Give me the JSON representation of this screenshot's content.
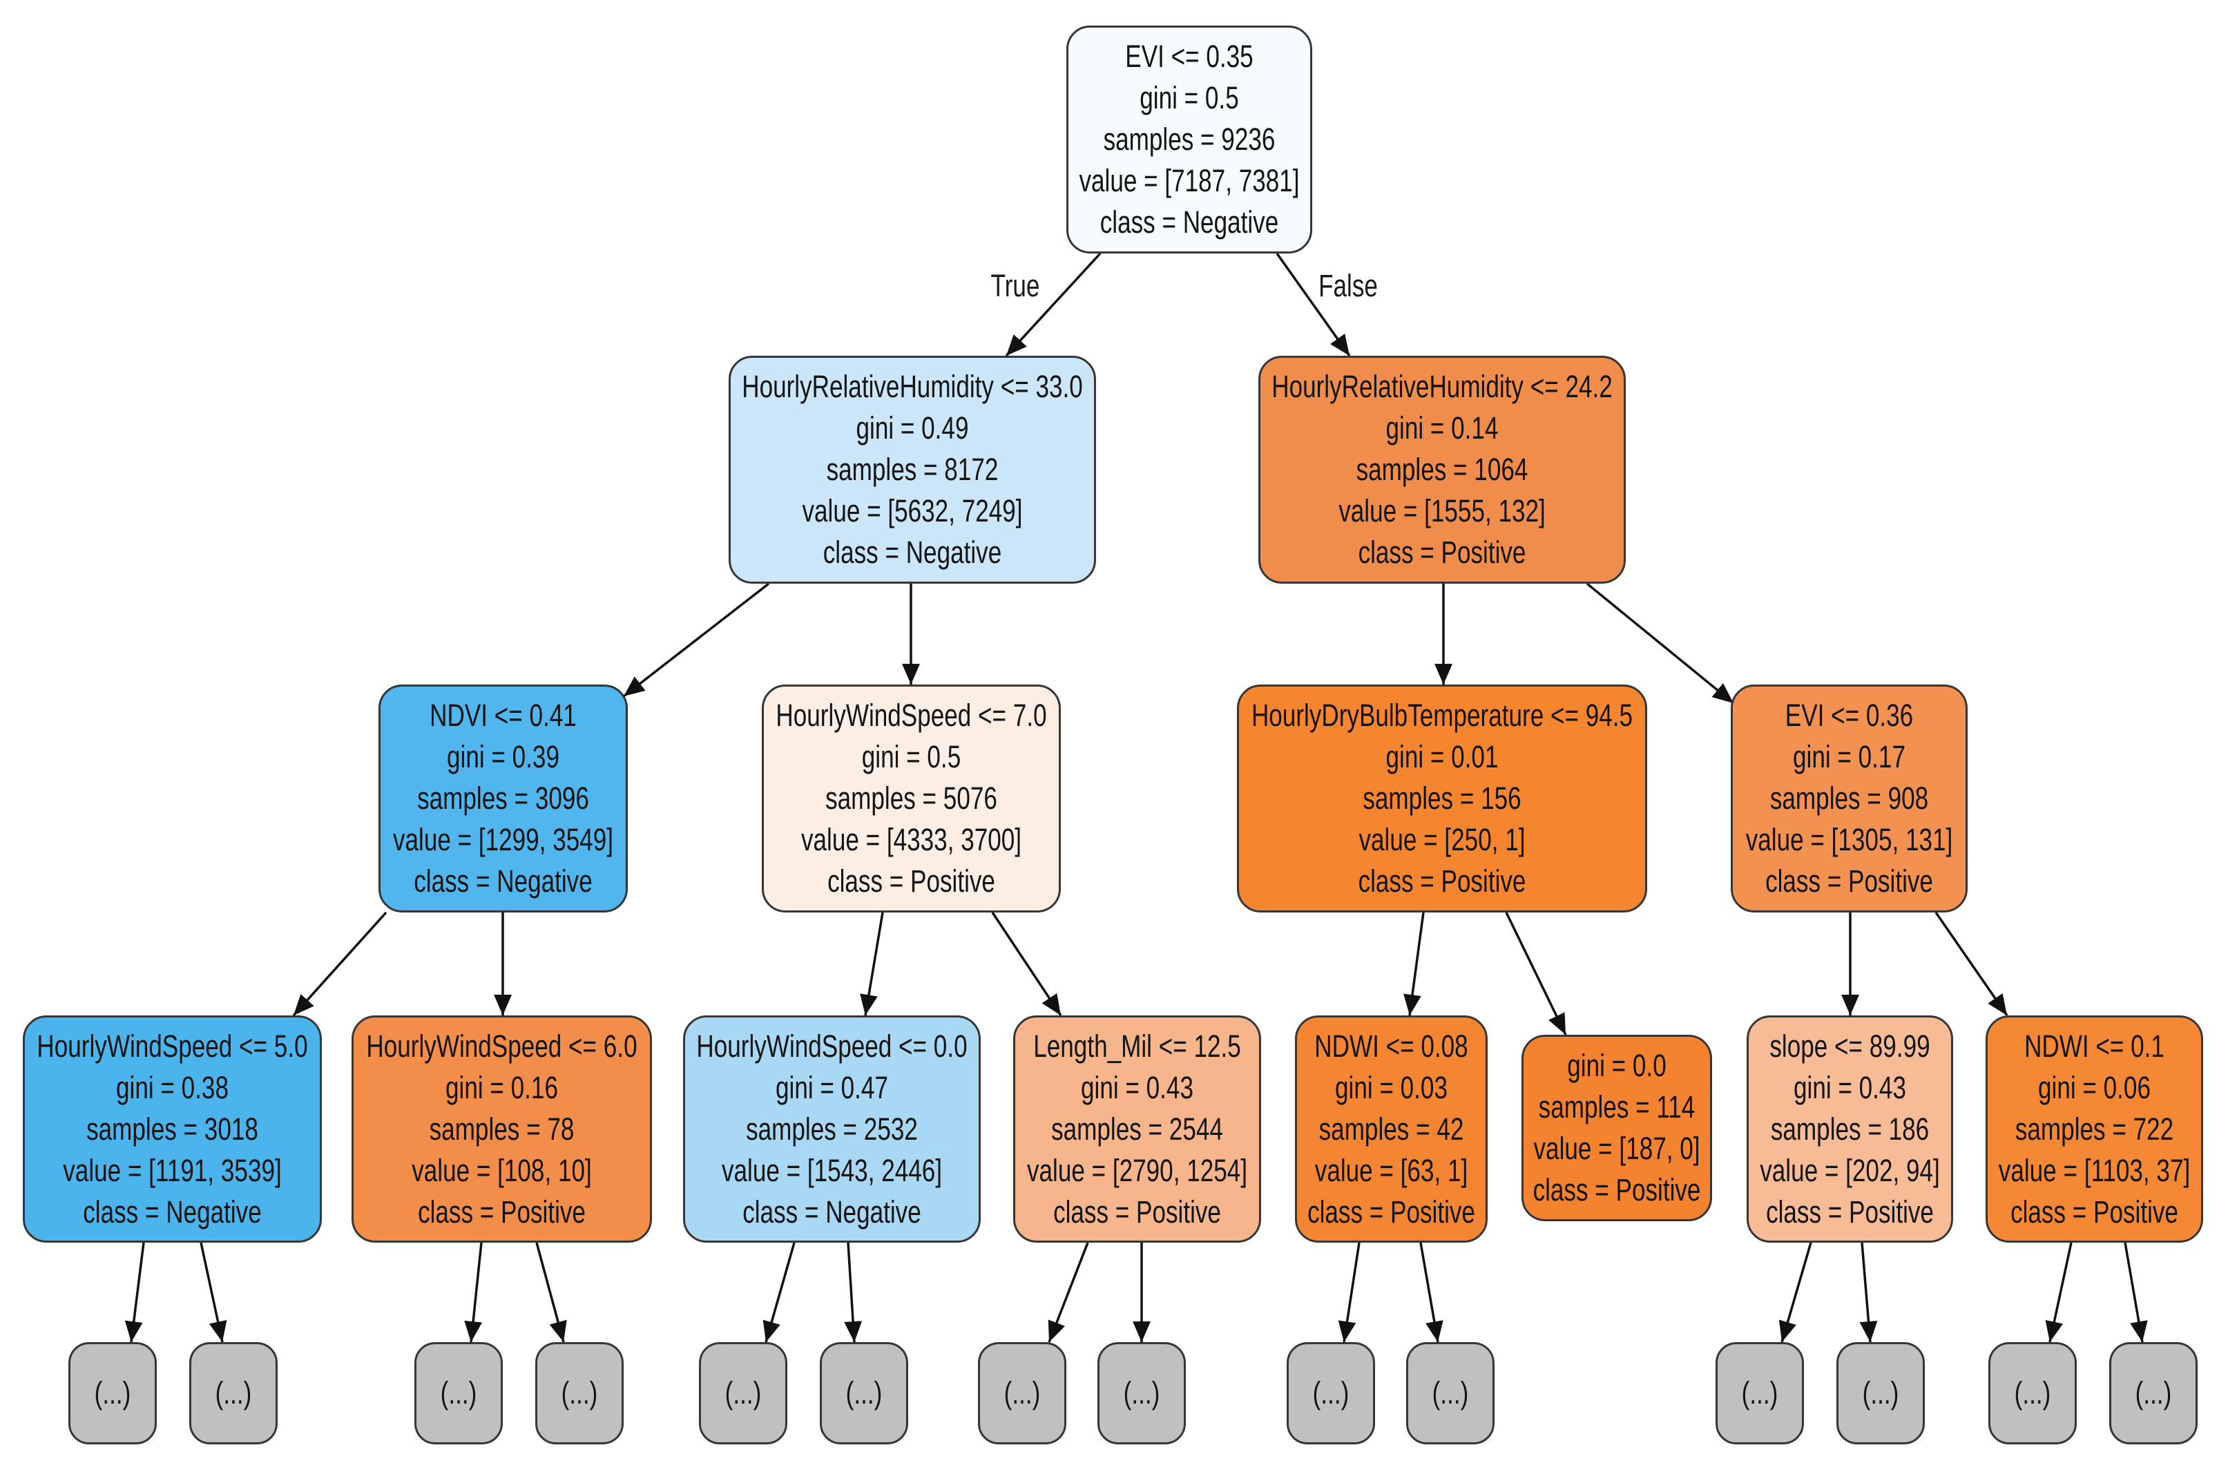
{
  "diagram": {
    "edge_labels": {
      "true_branch": "True",
      "false_branch": "False"
    },
    "nodes": {
      "root": {
        "condition": "EVI <= 0.35",
        "gini": "gini = 0.5",
        "samples": "samples = 9236",
        "value": "value = [7187, 7381]",
        "class": "class = Negative",
        "fill": "#f6fbfe"
      },
      "hrh_33": {
        "condition": "HourlyRelativeHumidity <= 33.0",
        "gini": "gini = 0.49",
        "samples": "samples = 8172",
        "value": "value = [5632, 7249]",
        "class": "class = Negative",
        "fill": "#cbe6f8"
      },
      "hrh_24": {
        "condition": "HourlyRelativeHumidity <= 24.2",
        "gini": "gini = 0.14",
        "samples": "samples = 1064",
        "value": "value = [1555, 132]",
        "class": "class = Positive",
        "fill": "#f08d4b"
      },
      "ndvi_041": {
        "condition": "NDVI <= 0.41",
        "gini": "gini = 0.39",
        "samples": "samples = 3096",
        "value": "value = [1299, 3549]",
        "class": "class = Negative",
        "fill": "#52b6ee"
      },
      "hws_70": {
        "condition": "HourlyWindSpeed <= 7.0",
        "gini": "gini = 0.5",
        "samples": "samples = 5076",
        "value": "value = [4333, 3700]",
        "class": "class = Positive",
        "fill": "#fdeee3"
      },
      "hdbt_945": {
        "condition": "HourlyDryBulbTemperature <= 94.5",
        "gini": "gini = 0.01",
        "samples": "samples = 156",
        "value": "value = [250, 1]",
        "class": "class = Positive",
        "fill": "#f5862f"
      },
      "evi_036": {
        "condition": "EVI <= 0.36",
        "gini": "gini = 0.17",
        "samples": "samples = 908",
        "value": "value = [1305, 131]",
        "class": "class = Positive",
        "fill": "#f39250"
      },
      "hws_50": {
        "condition": "HourlyWindSpeed <= 5.0",
        "gini": "gini = 0.38",
        "samples": "samples = 3018",
        "value": "value = [1191, 3539]",
        "class": "class = Negative",
        "fill": "#4bb4ec"
      },
      "hws_60": {
        "condition": "HourlyWindSpeed <= 6.0",
        "gini": "gini = 0.16",
        "samples": "samples = 78",
        "value": "value = [108, 10]",
        "class": "class = Positive",
        "fill": "#f28d4a"
      },
      "hws_00": {
        "condition": "HourlyWindSpeed <= 0.0",
        "gini": "gini = 0.47",
        "samples": "samples = 2532",
        "value": "value = [1543, 2446]",
        "class": "class = Negative",
        "fill": "#a9d8f5"
      },
      "length_125": {
        "condition": "Length_Mil <= 12.5",
        "gini": "gini = 0.43",
        "samples": "samples = 2544",
        "value": "value = [2790, 1254]",
        "class": "class = Positive",
        "fill": "#f6b58a"
      },
      "ndwi_008": {
        "condition": "NDWI <= 0.08",
        "gini": "gini = 0.03",
        "samples": "samples = 42",
        "value": "value = [63, 1]",
        "class": "class = Positive",
        "fill": "#f48633"
      },
      "leaf_pure": {
        "gini": "gini = 0.0",
        "samples": "samples = 114",
        "value": "value = [187, 0]",
        "class": "class = Positive",
        "fill": "#f48330"
      },
      "slope_8999": {
        "condition": "slope <= 89.99",
        "gini": "gini = 0.43",
        "samples": "samples = 186",
        "value": "value = [202, 94]",
        "class": "class = Positive",
        "fill": "#f7bb95"
      },
      "ndwi_01": {
        "condition": "NDWI <= 0.1",
        "gini": "gini = 0.06",
        "samples": "samples = 722",
        "value": "value = [1103, 37]",
        "class": "class = Positive",
        "fill": "#f58834"
      }
    },
    "truncated": {
      "fill": "#c0c0c0",
      "labels": [
        "(...)",
        "(...)",
        "(...)",
        "(...)",
        "(...)",
        "(...)",
        "(...)",
        "(...)",
        "(...)",
        "(...)",
        "(...)",
        "(...)",
        "(...)",
        "(...)"
      ]
    }
  }
}
